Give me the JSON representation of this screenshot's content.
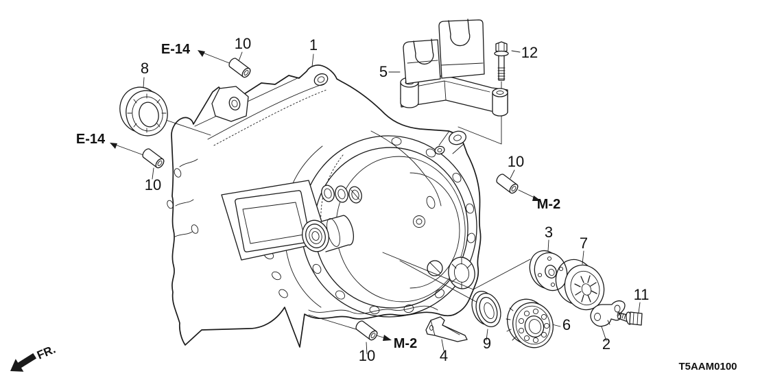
{
  "diagram": {
    "code": "T5AAM0100",
    "front_label": "FR.",
    "callouts": {
      "part_1": "1",
      "part_2": "2",
      "part_3": "3",
      "part_4": "4",
      "part_5": "5",
      "part_6": "6",
      "part_7": "7",
      "part_8": "8",
      "part_9": "9",
      "part_11": "11",
      "part_12": "12",
      "pin_top": "10",
      "pin_left": "10",
      "pin_right": "10",
      "pin_bottom": "10"
    },
    "references": {
      "e14_top": "E-14",
      "e14_left": "E-14",
      "m2_right": "M-2",
      "m2_bottom": "M-2"
    },
    "colors": {
      "line": "#1a1a1a",
      "background": "#ffffff"
    }
  }
}
